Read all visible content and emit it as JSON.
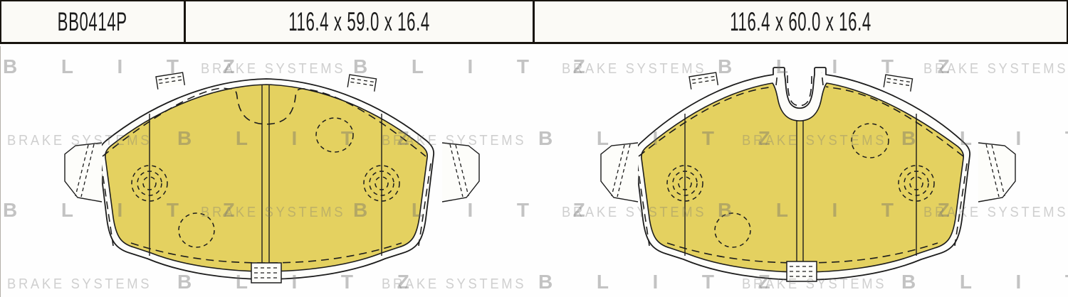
{
  "header": {
    "part_number": "BB0414P",
    "left_pad_dimensions": "116.4 x 59.0 x 16.4",
    "right_pad_dimensions": "116.4 x 60.0 x 16.4"
  },
  "watermark": {
    "brand": "BLITZ",
    "tagline": "BRAKE SYSTEMS"
  },
  "colors": {
    "pad_fill": "#e4d160",
    "line": "#1c1c1c",
    "plate_fill": "#fdfdfa"
  }
}
